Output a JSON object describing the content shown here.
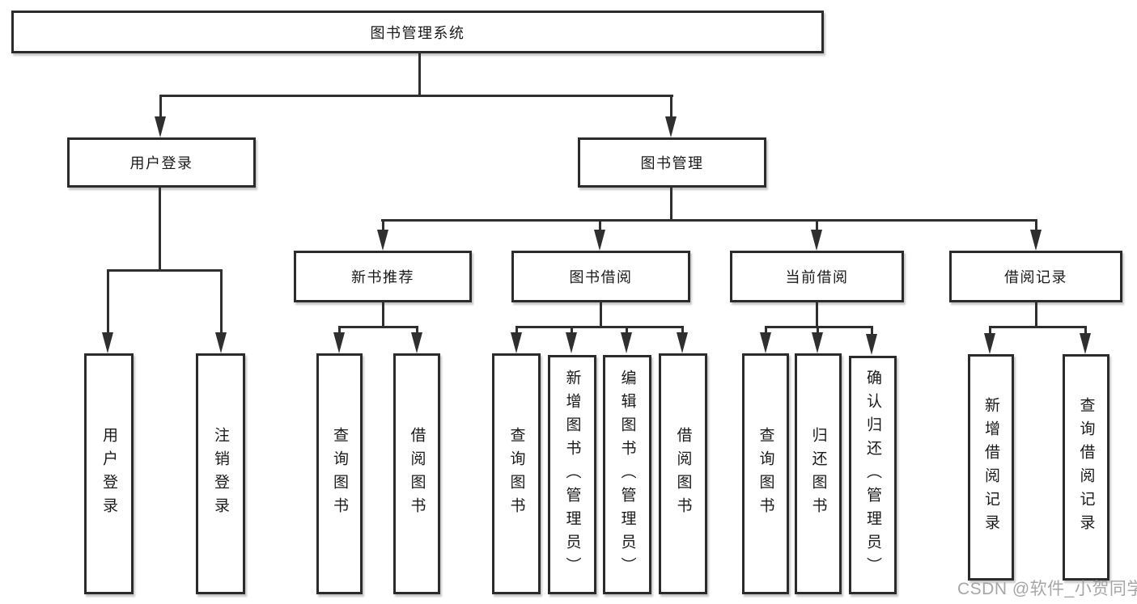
{
  "diagram_title": "图书管理系统",
  "nodes": {
    "root": "图书管理系统",
    "user_login": "用户登录",
    "book_mgmt": "图书管理",
    "new_book_rec": "新书推荐",
    "book_borrow": "图书借阅",
    "current_borrow": "当前借阅",
    "borrow_record": "借阅记录",
    "leaf_user_login": "用户登录",
    "leaf_logout": "注销登录",
    "leaf_query_book_a": "查询图书",
    "leaf_borrow_book_a": "借阅图书",
    "leaf_query_book_b": "查询图书",
    "leaf_add_book": "新增图书（管理员）",
    "leaf_edit_book": "编辑图书（管理员）",
    "leaf_borrow_book_b": "借阅图书",
    "leaf_query_book_c": "查询图书",
    "leaf_return_book": "归还图书",
    "leaf_confirm_return": "确认归还（管理员）",
    "leaf_add_record": "新增借阅记录",
    "leaf_query_record": "查询借阅记录"
  },
  "watermark": "CSDN @软件_小贺同学",
  "colors": {
    "line": "#2f2f2f",
    "box_border": "#2b2b2b",
    "text": "#1a1a1a",
    "watermark": "#969696",
    "background": "#ffffff"
  }
}
